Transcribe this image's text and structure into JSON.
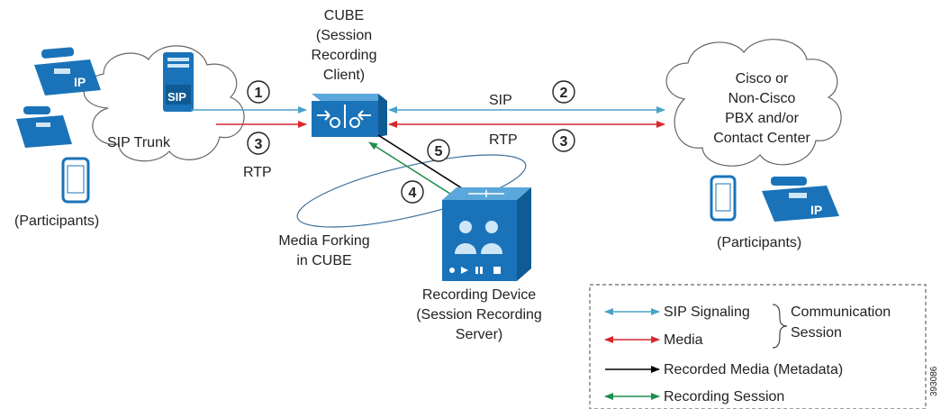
{
  "cube": {
    "lines": [
      "CUBE",
      "(Session",
      "Recording",
      "Client)"
    ]
  },
  "sip_trunk": {
    "label": "SIP Trunk",
    "sip_text": "SIP"
  },
  "left_participants": {
    "label": "(Participants)",
    "phone_ip_text": "IP"
  },
  "right_cloud": {
    "lines": [
      "Cisco or",
      "Non-Cisco",
      "PBX and/or",
      "Contact Center"
    ]
  },
  "right_participants": {
    "label": "(Participants)",
    "phone_ip_text": "IP"
  },
  "recording_device": {
    "lines": [
      "Recording Device",
      "(Session Recording",
      "Server)"
    ]
  },
  "media_forking": {
    "lines": [
      "Media Forking",
      "in CUBE"
    ]
  },
  "link_labels": {
    "sip": "SIP",
    "rtp_right": "RTP",
    "rtp_left": "RTP"
  },
  "steps": {
    "s1": "1",
    "s2": "2",
    "s3_left": "3",
    "s3_right": "3",
    "s4": "4",
    "s5": "5"
  },
  "legend": {
    "items": [
      {
        "label": "SIP Signaling",
        "color": "#4aa3c8"
      },
      {
        "label": "Media",
        "color": "#d9272e"
      },
      {
        "label": "Recorded Media (Metadata)",
        "color": "#000000"
      },
      {
        "label": "Recording Session",
        "color": "#1e8f4e"
      }
    ],
    "group_lines": [
      "Communication",
      "Session"
    ]
  },
  "figure_id": "393086",
  "colors": {
    "sip": "#4aa3c8",
    "media": "#d9272e",
    "recorded": "#000000",
    "recording": "#1e8f4e",
    "device_blue": "#1a73b8"
  }
}
